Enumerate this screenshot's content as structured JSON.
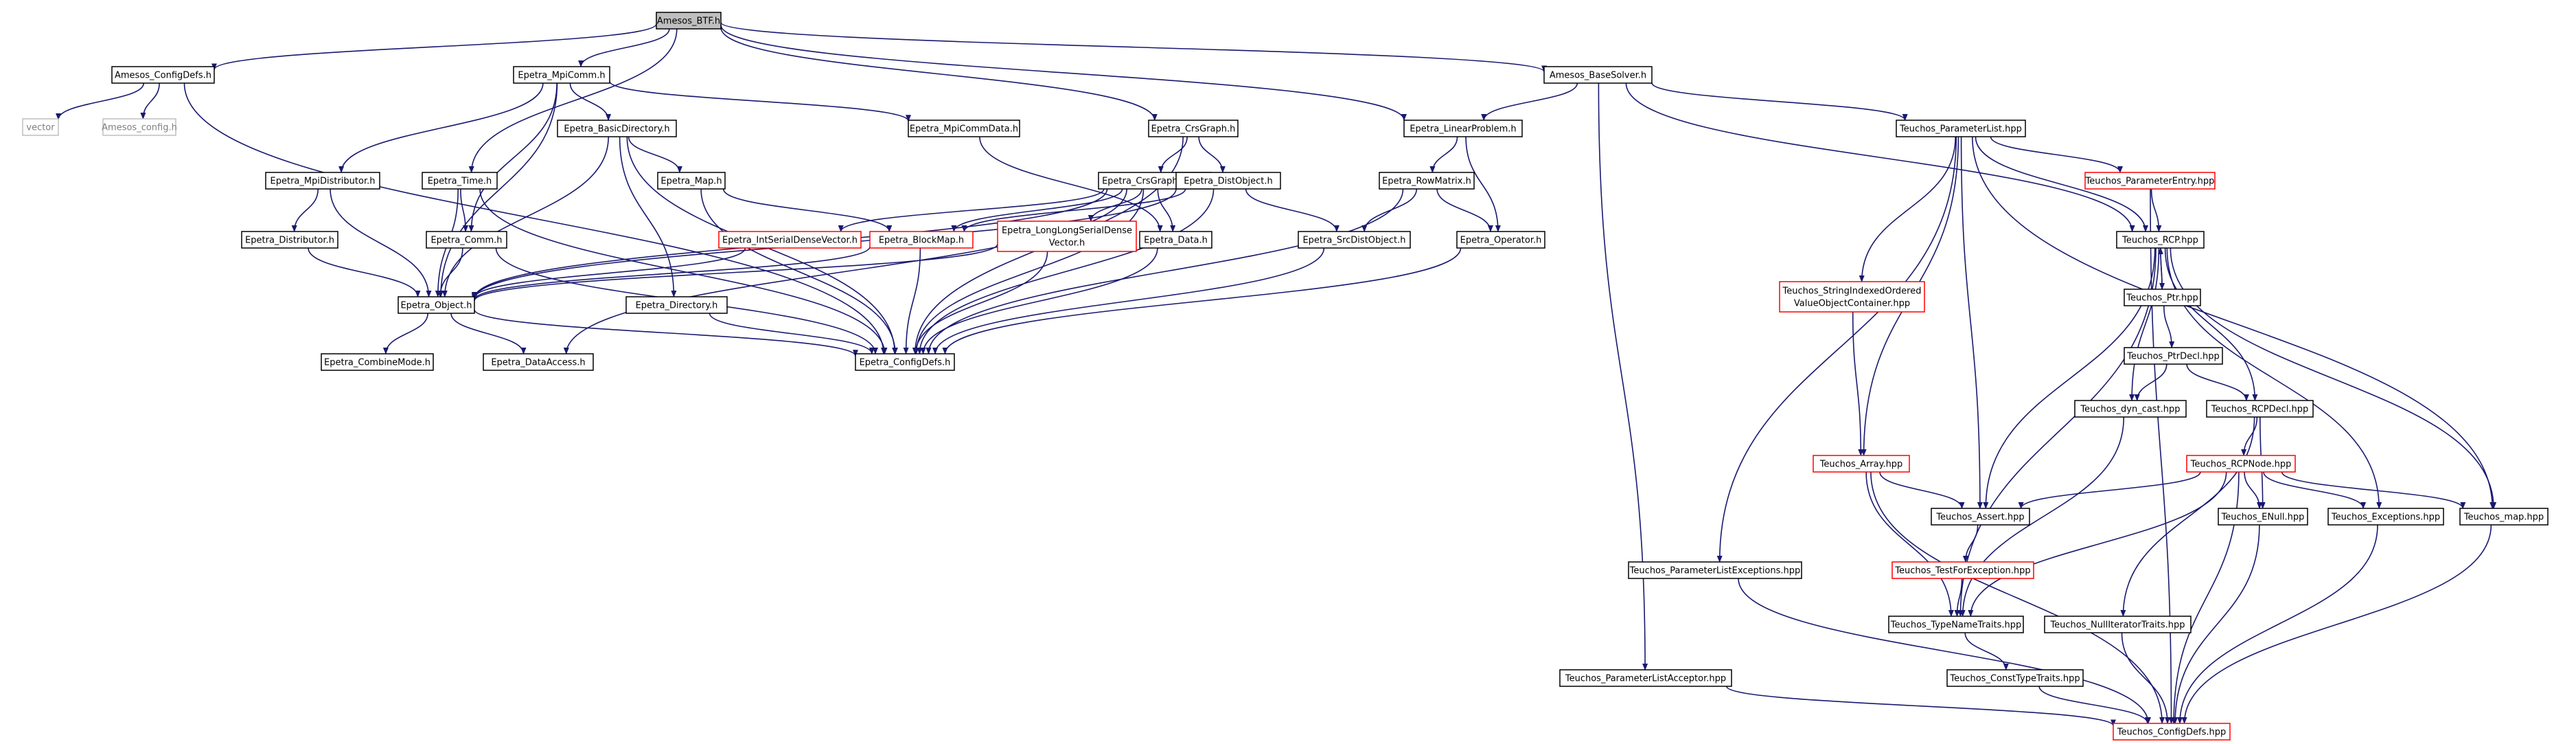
{
  "graph": {
    "title": "Amesos_BTF.h",
    "colors": {
      "root_fill": "#bfbfbf",
      "normal_border": "#000000",
      "truncated_border": "#ff0000",
      "external_border": "#bfbfbf",
      "external_text": "#7f7f7f",
      "edge": "#191970",
      "arrowhead": "#191970"
    },
    "nodes": [
      {
        "id": "amesos_btf",
        "label": "Amesos_BTF.h",
        "kind": "root"
      },
      {
        "id": "amesos_configdefs",
        "label": "Amesos_ConfigDefs.h",
        "kind": "normal"
      },
      {
        "id": "vector",
        "label": "vector",
        "kind": "external"
      },
      {
        "id": "amesos_config",
        "label": "Amesos_config.h",
        "kind": "external"
      },
      {
        "id": "epetra_mpicomm",
        "label": "Epetra_MpiComm.h",
        "kind": "normal"
      },
      {
        "id": "epetra_basicdirectory",
        "label": "Epetra_BasicDirectory.h",
        "kind": "normal"
      },
      {
        "id": "epetra_mpicommdata",
        "label": "Epetra_MpiCommData.h",
        "kind": "normal"
      },
      {
        "id": "epetra_mpidistributor",
        "label": "Epetra_MpiDistributor.h",
        "kind": "normal"
      },
      {
        "id": "epetra_time",
        "label": "Epetra_Time.h",
        "kind": "normal"
      },
      {
        "id": "epetra_map",
        "label": "Epetra_Map.h",
        "kind": "normal"
      },
      {
        "id": "epetra_distributor",
        "label": "Epetra_Distributor.h",
        "kind": "normal"
      },
      {
        "id": "epetra_comm",
        "label": "Epetra_Comm.h",
        "kind": "normal"
      },
      {
        "id": "epetra_intserialdensevector",
        "label": "Epetra_IntSerialDenseVector.h",
        "kind": "truncated"
      },
      {
        "id": "epetra_blockmap",
        "label": "Epetra_BlockMap.h",
        "kind": "truncated"
      },
      {
        "id": "epetra_longlongserialdensevector",
        "label": "Epetra_LongLongSerialDense\nVector.h",
        "kind": "truncated"
      },
      {
        "id": "epetra_object",
        "label": "Epetra_Object.h",
        "kind": "normal"
      },
      {
        "id": "epetra_directory",
        "label": "Epetra_Directory.h",
        "kind": "normal"
      },
      {
        "id": "epetra_combinemode",
        "label": "Epetra_CombineMode.h",
        "kind": "normal"
      },
      {
        "id": "epetra_dataaccess",
        "label": "Epetra_DataAccess.h",
        "kind": "normal"
      },
      {
        "id": "epetra_configdefs",
        "label": "Epetra_ConfigDefs.h",
        "kind": "normal"
      },
      {
        "id": "epetra_crsgraph",
        "label": "Epetra_CrsGraph.h",
        "kind": "normal"
      },
      {
        "id": "epetra_crsgraphdata",
        "label": "Epetra_CrsGraphData.h",
        "kind": "normal"
      },
      {
        "id": "epetra_distobject",
        "label": "Epetra_DistObject.h",
        "kind": "normal"
      },
      {
        "id": "epetra_data",
        "label": "Epetra_Data.h",
        "kind": "normal"
      },
      {
        "id": "epetra_srcdistobject",
        "label": "Epetra_SrcDistObject.h",
        "kind": "normal"
      },
      {
        "id": "epetra_linearproblem",
        "label": "Epetra_LinearProblem.h",
        "kind": "normal"
      },
      {
        "id": "epetra_rowmatrix",
        "label": "Epetra_RowMatrix.h",
        "kind": "normal"
      },
      {
        "id": "epetra_operator",
        "label": "Epetra_Operator.h",
        "kind": "normal"
      },
      {
        "id": "amesos_basesolver",
        "label": "Amesos_BaseSolver.h",
        "kind": "normal"
      },
      {
        "id": "teuchos_parameterlist",
        "label": "Teuchos_ParameterList.hpp",
        "kind": "normal"
      },
      {
        "id": "teuchos_parameterentry",
        "label": "Teuchos_ParameterEntry.hpp",
        "kind": "truncated"
      },
      {
        "id": "teuchos_rcp",
        "label": "Teuchos_RCP.hpp",
        "kind": "normal"
      },
      {
        "id": "teuchos_stringindexed",
        "label": "Teuchos_StringIndexedOrdered\nValueObjectContainer.hpp",
        "kind": "truncated"
      },
      {
        "id": "teuchos_ptr",
        "label": "Teuchos_Ptr.hpp",
        "kind": "normal"
      },
      {
        "id": "teuchos_ptrdecl",
        "label": "Teuchos_PtrDecl.hpp",
        "kind": "normal"
      },
      {
        "id": "teuchos_dyn_cast",
        "label": "Teuchos_dyn_cast.hpp",
        "kind": "normal"
      },
      {
        "id": "teuchos_rcpdecl",
        "label": "Teuchos_RCPDecl.hpp",
        "kind": "normal"
      },
      {
        "id": "teuchos_array",
        "label": "Teuchos_Array.hpp",
        "kind": "truncated"
      },
      {
        "id": "teuchos_rcpnode",
        "label": "Teuchos_RCPNode.hpp",
        "kind": "truncated"
      },
      {
        "id": "teuchos_assert",
        "label": "Teuchos_Assert.hpp",
        "kind": "normal"
      },
      {
        "id": "teuchos_enull",
        "label": "Teuchos_ENull.hpp",
        "kind": "normal"
      },
      {
        "id": "teuchos_exceptions",
        "label": "Teuchos_Exceptions.hpp",
        "kind": "normal"
      },
      {
        "id": "teuchos_map",
        "label": "Teuchos_map.hpp",
        "kind": "normal"
      },
      {
        "id": "teuchos_parameterlistexceptions",
        "label": "Teuchos_ParameterListExceptions.hpp",
        "kind": "normal"
      },
      {
        "id": "teuchos_testforexception",
        "label": "Teuchos_TestForException.hpp",
        "kind": "truncated"
      },
      {
        "id": "teuchos_typenametraits",
        "label": "Teuchos_TypeNameTraits.hpp",
        "kind": "normal"
      },
      {
        "id": "teuchos_nulliteratortraits",
        "label": "Teuchos_NullIteratorTraits.hpp",
        "kind": "normal"
      },
      {
        "id": "teuchos_consttypetraits",
        "label": "Teuchos_ConstTypeTraits.hpp",
        "kind": "normal"
      },
      {
        "id": "teuchos_parameterlistacceptor",
        "label": "Teuchos_ParameterListAcceptor.hpp",
        "kind": "normal"
      },
      {
        "id": "teuchos_configdefs",
        "label": "Teuchos_ConfigDefs.hpp",
        "kind": "truncated"
      }
    ],
    "edges": [
      [
        "amesos_btf",
        "amesos_configdefs"
      ],
      [
        "amesos_btf",
        "epetra_mpicomm"
      ],
      [
        "amesos_btf",
        "epetra_time"
      ],
      [
        "amesos_btf",
        "epetra_crsgraph"
      ],
      [
        "amesos_btf",
        "epetra_linearproblem"
      ],
      [
        "amesos_btf",
        "amesos_basesolver"
      ],
      [
        "amesos_configdefs",
        "vector"
      ],
      [
        "amesos_configdefs",
        "amesos_config"
      ],
      [
        "amesos_configdefs",
        "epetra_configdefs"
      ],
      [
        "epetra_mpicomm",
        "epetra_basicdirectory"
      ],
      [
        "epetra_mpicomm",
        "epetra_mpicommdata"
      ],
      [
        "epetra_mpicomm",
        "epetra_mpidistributor"
      ],
      [
        "epetra_mpicomm",
        "epetra_comm"
      ],
      [
        "epetra_mpicomm",
        "epetra_object"
      ],
      [
        "epetra_basicdirectory",
        "epetra_map"
      ],
      [
        "epetra_basicdirectory",
        "epetra_directory"
      ],
      [
        "epetra_basicdirectory",
        "epetra_object"
      ],
      [
        "epetra_basicdirectory",
        "epetra_configdefs"
      ],
      [
        "epetra_mpicommdata",
        "epetra_data"
      ],
      [
        "epetra_mpidistributor",
        "epetra_distributor"
      ],
      [
        "epetra_mpidistributor",
        "epetra_object"
      ],
      [
        "epetra_distributor",
        "epetra_object"
      ],
      [
        "epetra_time",
        "epetra_comm"
      ],
      [
        "epetra_time",
        "epetra_object"
      ],
      [
        "epetra_time",
        "epetra_configdefs"
      ],
      [
        "epetra_comm",
        "epetra_object"
      ],
      [
        "epetra_comm",
        "epetra_configdefs"
      ],
      [
        "epetra_map",
        "epetra_blockmap"
      ],
      [
        "epetra_map",
        "epetra_configdefs"
      ],
      [
        "epetra_intserialdensevector",
        "epetra_object"
      ],
      [
        "epetra_blockmap",
        "epetra_object"
      ],
      [
        "epetra_blockmap",
        "epetra_configdefs"
      ],
      [
        "epetra_longlongserialdensevector",
        "epetra_object"
      ],
      [
        "epetra_longlongserialdensevector",
        "epetra_configdefs"
      ],
      [
        "epetra_object",
        "epetra_combinemode"
      ],
      [
        "epetra_object",
        "epetra_dataaccess"
      ],
      [
        "epetra_object",
        "epetra_configdefs"
      ],
      [
        "epetra_directory",
        "epetra_configdefs"
      ],
      [
        "epetra_crsgraph",
        "epetra_crsgraphdata"
      ],
      [
        "epetra_crsgraph",
        "epetra_distobject"
      ],
      [
        "epetra_crsgraph",
        "epetra_configdefs"
      ],
      [
        "epetra_crsgraphdata",
        "epetra_intserialdensevector"
      ],
      [
        "epetra_crsgraphdata",
        "epetra_blockmap"
      ],
      [
        "epetra_crsgraphdata",
        "epetra_longlongserialdensevector"
      ],
      [
        "epetra_crsgraphdata",
        "epetra_data"
      ],
      [
        "epetra_crsgraphdata",
        "epetra_dataaccess"
      ],
      [
        "epetra_crsgraphdata",
        "epetra_object"
      ],
      [
        "epetra_crsgraphdata",
        "epetra_configdefs"
      ],
      [
        "epetra_distobject",
        "epetra_blockmap"
      ],
      [
        "epetra_distobject",
        "epetra_srcdistobject"
      ],
      [
        "epetra_distobject",
        "epetra_object"
      ],
      [
        "epetra_distobject",
        "epetra_configdefs"
      ],
      [
        "epetra_data",
        "epetra_configdefs"
      ],
      [
        "epetra_srcdistobject",
        "epetra_configdefs"
      ],
      [
        "epetra_linearproblem",
        "epetra_rowmatrix"
      ],
      [
        "epetra_linearproblem",
        "epetra_operator"
      ],
      [
        "epetra_rowmatrix",
        "epetra_srcdistobject"
      ],
      [
        "epetra_rowmatrix",
        "epetra_operator"
      ],
      [
        "epetra_rowmatrix",
        "epetra_configdefs"
      ],
      [
        "epetra_operator",
        "epetra_configdefs"
      ],
      [
        "amesos_basesolver",
        "epetra_linearproblem"
      ],
      [
        "amesos_basesolver",
        "teuchos_parameterlist"
      ],
      [
        "amesos_basesolver",
        "teuchos_rcp"
      ],
      [
        "amesos_basesolver",
        "teuchos_parameterlistacceptor"
      ],
      [
        "teuchos_parameterlist",
        "teuchos_parameterentry"
      ],
      [
        "teuchos_parameterlist",
        "teuchos_rcp"
      ],
      [
        "teuchos_parameterlist",
        "teuchos_stringindexed"
      ],
      [
        "teuchos_parameterlist",
        "teuchos_array"
      ],
      [
        "teuchos_parameterlist",
        "teuchos_assert"
      ],
      [
        "teuchos_parameterlist",
        "teuchos_map"
      ],
      [
        "teuchos_parameterlist",
        "teuchos_parameterlistexceptions"
      ],
      [
        "teuchos_parameterentry",
        "teuchos_rcp"
      ],
      [
        "teuchos_parameterentry",
        "teuchos_configdefs"
      ],
      [
        "teuchos_rcp",
        "teuchos_ptr"
      ],
      [
        "teuchos_rcp",
        "teuchos_dyn_cast"
      ],
      [
        "teuchos_rcp",
        "teuchos_rcpdecl"
      ],
      [
        "teuchos_rcp",
        "teuchos_assert"
      ],
      [
        "teuchos_rcp",
        "teuchos_exceptions"
      ],
      [
        "teuchos_rcp",
        "teuchos_map"
      ],
      [
        "teuchos_rcp",
        "teuchos_typenametraits"
      ],
      [
        "teuchos_ptr",
        "teuchos_rcp"
      ],
      [
        "teuchos_ptr",
        "teuchos_ptrdecl"
      ],
      [
        "teuchos_ptrdecl",
        "teuchos_dyn_cast"
      ],
      [
        "teuchos_ptrdecl",
        "teuchos_rcpdecl"
      ],
      [
        "teuchos_dyn_cast",
        "teuchos_typenametraits"
      ],
      [
        "teuchos_rcpdecl",
        "teuchos_rcpnode"
      ],
      [
        "teuchos_rcpdecl",
        "teuchos_enull"
      ],
      [
        "teuchos_rcpdecl",
        "teuchos_nulliteratortraits"
      ],
      [
        "teuchos_stringindexed",
        "teuchos_array"
      ],
      [
        "teuchos_array",
        "teuchos_assert"
      ],
      [
        "teuchos_array",
        "teuchos_typenametraits"
      ],
      [
        "teuchos_array",
        "teuchos_configdefs"
      ],
      [
        "teuchos_rcpnode",
        "teuchos_assert"
      ],
      [
        "teuchos_rcpnode",
        "teuchos_enull"
      ],
      [
        "teuchos_rcpnode",
        "teuchos_exceptions"
      ],
      [
        "teuchos_rcpnode",
        "teuchos_map"
      ],
      [
        "teuchos_rcpnode",
        "teuchos_typenametraits"
      ],
      [
        "teuchos_rcpnode",
        "teuchos_configdefs"
      ],
      [
        "teuchos_assert",
        "teuchos_testforexception"
      ],
      [
        "teuchos_testforexception",
        "teuchos_typenametraits"
      ],
      [
        "teuchos_typenametraits",
        "teuchos_consttypetraits"
      ],
      [
        "teuchos_consttypetraits",
        "teuchos_configdefs"
      ],
      [
        "teuchos_nulliteratortraits",
        "teuchos_configdefs"
      ],
      [
        "teuchos_enull",
        "teuchos_configdefs"
      ],
      [
        "teuchos_exceptions",
        "teuchos_configdefs"
      ],
      [
        "teuchos_map",
        "teuchos_configdefs"
      ],
      [
        "teuchos_parameterlistexceptions",
        "teuchos_configdefs"
      ],
      [
        "teuchos_parameterlistacceptor",
        "teuchos_configdefs"
      ]
    ]
  }
}
